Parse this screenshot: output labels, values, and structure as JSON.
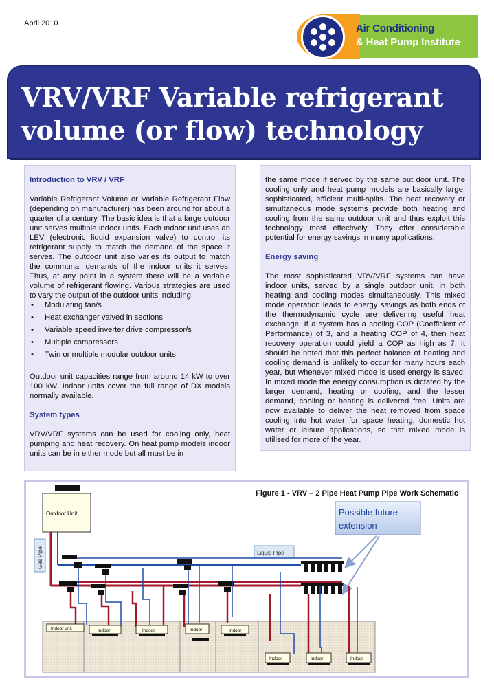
{
  "header": {
    "date": "April 2010",
    "logo_line1": "Air Conditioning",
    "logo_line2": "& Heat Pump Institute"
  },
  "title": {
    "line1": "VRV/VRF Variable refrigerant",
    "line2": "volume (or flow) technology"
  },
  "left_column": {
    "intro_heading": "Introduction to VRV / VRF",
    "intro_para": "Variable Refrigerant Volume or Variable Refrigerant Flow (depending on manufacturer) has been around for about a quarter of a century.  The basic idea is that a large outdoor unit serves multiple indoor units.  Each indoor unit uses an LEV (electronic liquid expansion valve) to control its refrigerant supply to match the demand of the space it serves.  The outdoor unit also varies its output to match the communal demands of the indoor units it serves.  Thus, at any point in a system there will be a variable volume of refrigerant flowing.  Various strategies are used to vary the output of the outdoor units including;",
    "bullets": [
      "Modulating fan/s",
      "Heat exchanger valved in sections",
      "Variable speed inverter drive compressor/s",
      "Multiple compressors",
      "Twin or multiple modular outdoor units"
    ],
    "capacity_para": "Outdoor unit capacities range from around 14 kW to over 100 kW.  Indoor units cover the full range of DX models normally available.",
    "system_heading": "System types",
    "system_para": "VRV/VRF systems can be used for cooling only, heat pumping and heat recovery.  On heat pump models indoor units can be in either mode but all must be in"
  },
  "right_column": {
    "cont_para": "the same mode if served by the same out door unit. The cooling only and heat pump models are basically large, sophisticated, efficient multi-splits.  The heat recovery or simultaneous mode systems provide both heating and cooling from the same outdoor unit and thus exploit this technology most effectively.  They offer considerable potential for energy savings in many applications.",
    "energy_heading": "Energy saving",
    "energy_para": "The most sophisticated VRV/VRF systems can have indoor units, served by a single outdoor unit, in both heating and cooling modes simultaneously.  This mixed mode operation leads to energy savings as both ends of the thermodynamic cycle are delivering useful heat exchange.  If a system has a cooling COP (Coefficient of Performance) of 3, and a heating COP of 4, then heat recovery operation could yield a COP as high as 7.  It should be noted that this perfect balance of heating and cooling demand is unlikely to occur for many hours each year, but whenever mixed mode is used energy is saved. In mixed mode the energy consumption is dictated by the larger demand, heating or cooling, and the lesser demand, cooling or heating is delivered free.  Units are now available to deliver the heat removed from space cooling into hot water for space heating, domestic hot water or leisure applications, so that mixed mode is utilised for more of the year."
  },
  "figure": {
    "caption": "Figure 1 - VRV – 2 Pipe Heat Pump Pipe Work Schematic",
    "outdoor_unit": "Outdoor Unit",
    "gas_pipe": "Gas Pipe",
    "liquid_pipe": "Liquid Pipe",
    "future_line1": "Possible future",
    "future_line2": "extension",
    "indoor_first": "Indoor unit",
    "indoor": "Indoor",
    "colors": {
      "gas": "#a3182a",
      "liquid": "#1f4fa8",
      "callout": "#1f3f9e"
    }
  }
}
